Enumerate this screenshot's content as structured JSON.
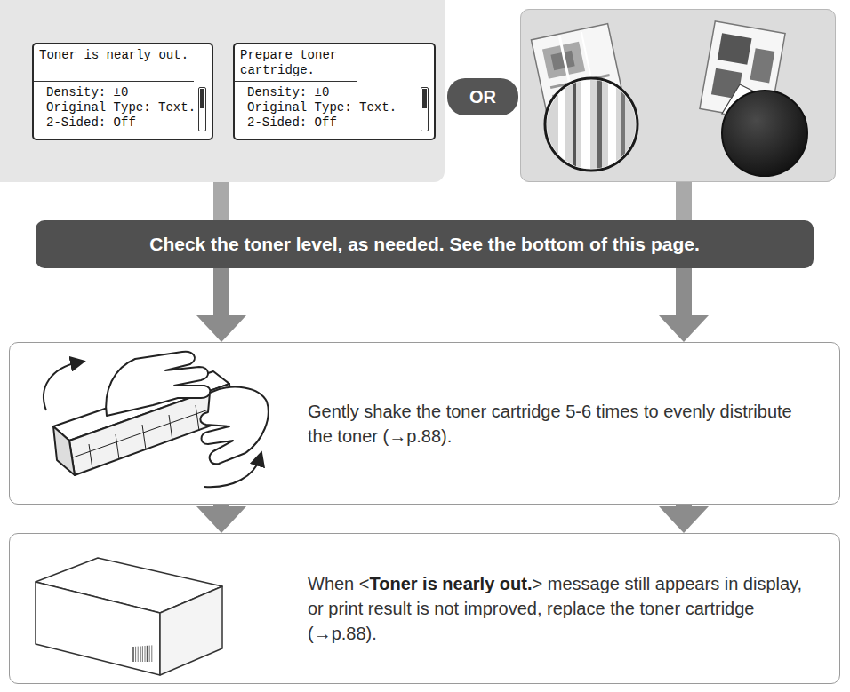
{
  "diagram": {
    "nodes": [
      {
        "text": []
      },
      {
        "text": [
          "Toner is nearly out.",
          "Density: ±0",
          "Original Type: Text.",
          "2-Sided: Off"
        ],
        "in": 0
      },
      {
        "text": [
          "Prepare toner cartridge.",
          "Density: ±0",
          "Original Type: Text.",
          "2-Sided: Off"
        ],
        "in": 0
      },
      {
        "text": [
          "OR"
        ]
      },
      {
        "text": []
      },
      {
        "text": [
          "Check the toner level, as needed. See the bottom of this page."
        ]
      },
      {
        "text": [
          "Gently shake the toner cartridge 5-6 times to evenly distribute the toner (→p.88)."
        ]
      },
      {
        "text": [
          "When <Toner is nearly out.> message still appears in display, or print result is not improved, replace the toner cartridge (→p.88)."
        ]
      }
    ],
    "edges": [
      {
        "from": 0,
        "to": 5,
        "arrow": "none"
      },
      {
        "from": 4,
        "to": 5,
        "arrow": "none"
      },
      {
        "from": 5,
        "to": 6,
        "arrow": "to"
      },
      {
        "from": 5,
        "to": 6,
        "arrow": "to"
      },
      {
        "from": 6,
        "to": 7,
        "arrow": "to"
      },
      {
        "from": 6,
        "to": 7,
        "arrow": "to"
      }
    ]
  }
}
